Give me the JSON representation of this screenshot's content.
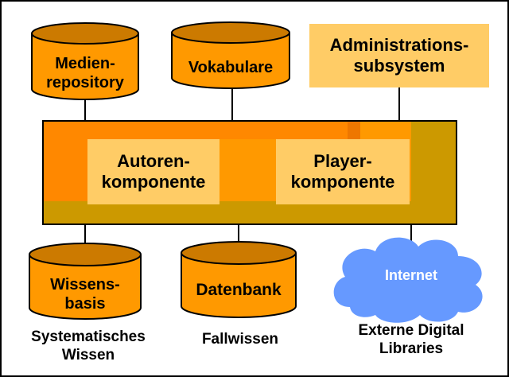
{
  "colors": {
    "orange": "#ff9900",
    "dark_orange": "#cc7a00",
    "band_orange": "#ff8800",
    "olive": "#cc9900",
    "light_box": "#ffcc66",
    "cloud": "#6699ff",
    "line": "#000000"
  },
  "databases": {
    "medienrepository": "Medien-\nrepository",
    "vokabulare": "Vokabulare",
    "wissensbasis": "Wissens-\nbasis",
    "datenbank": "Datenbank"
  },
  "administration": "Administrations-\nsubsystem",
  "components": {
    "autoren": "Autoren-\nkomponente",
    "player": "Player-\nkomponente"
  },
  "internet": "Internet",
  "captions": {
    "systematisches": "Systematisches\nWissen",
    "fallwissen": "Fallwissen",
    "externe": "Externe Digital\nLibraries"
  }
}
